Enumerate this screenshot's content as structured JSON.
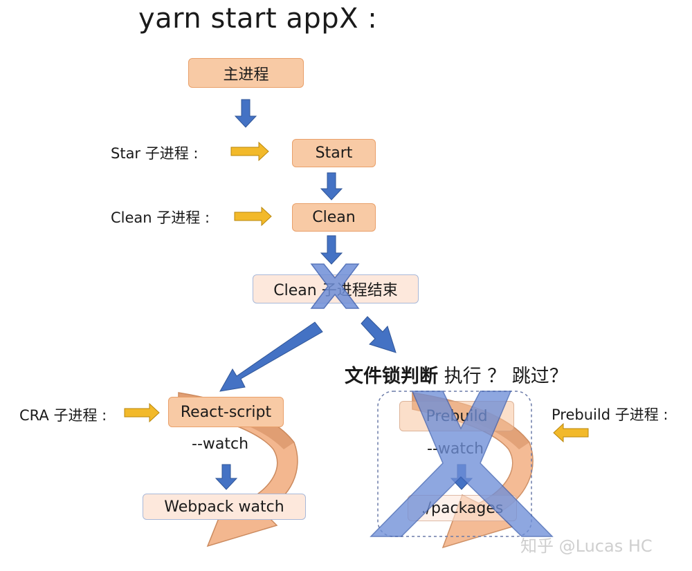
{
  "title": "yarn start appX :",
  "nodes": {
    "main": "主进程",
    "start": "Start",
    "clean": "Clean",
    "clean_end": "Clean 子进程结束",
    "react_script": "React-script",
    "webpack_watch": "Webpack watch",
    "prebuild": "Prebuild",
    "packages": "./packages"
  },
  "labels": {
    "star": "Star 子进程 :",
    "clean": "Clean 子进程 :",
    "cra": "CRA 子进程 :",
    "prebuild": "Prebuild 子进程 :",
    "watch_left": "--watch",
    "watch_right": "--watch"
  },
  "decision": {
    "bold": "文件锁判断",
    "rest": " 执行 ？ 跳过？"
  },
  "watermark": "知乎 @Lucas HC",
  "colors": {
    "node_fill": "#f8caa5",
    "node_border": "#e9a06a",
    "arrow_blue": "#4472c4",
    "side_arrow": "#f2b92a",
    "cross_blue": "#6f8fd8",
    "swirl": "#f0a878"
  }
}
